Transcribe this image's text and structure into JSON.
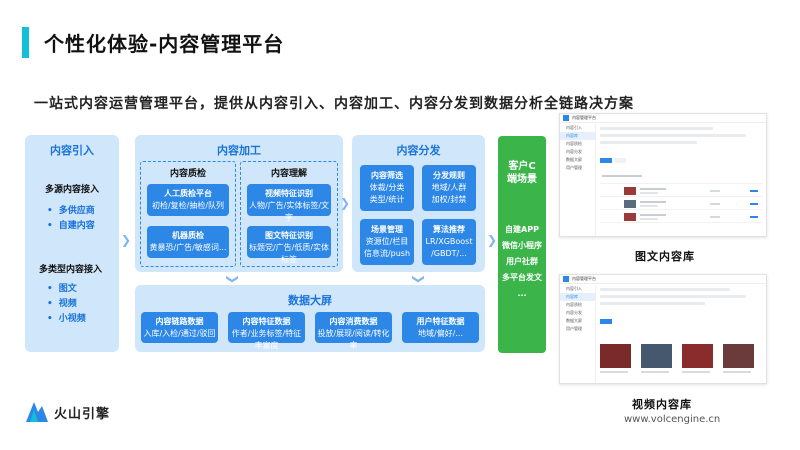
{
  "title": "个性化体验-内容管理平台",
  "subtitle": "一站式内容运营管理平台，提供从内容引入、内容加工、内容分发到数据分析全链路决方案",
  "intro": {
    "title": "内容引入",
    "group1_head": "多源内容接入",
    "group1_items": [
      "多供应商",
      "自建内容"
    ],
    "group2_head": "多类型内容接入",
    "group2_items": [
      "图文",
      "视频",
      "小视频"
    ]
  },
  "processing": {
    "title": "内容加工",
    "quality": {
      "head": "内容质检",
      "box1": [
        "人工质检平台",
        "初检/复检/抽检/队列"
      ],
      "box2": [
        "机器质检",
        "黄暴恐/广告/敏感词..."
      ]
    },
    "understanding": {
      "head": "内容理解",
      "box1": [
        "视频特征识别",
        "人物/广告/实体标签/文字"
      ],
      "box2": [
        "图文特征识别",
        "标题党/广告/低质/实体标签"
      ]
    }
  },
  "distribution": {
    "title": "内容分发",
    "boxes": [
      [
        "内容筛选",
        "体裁/分类",
        "类型/统计"
      ],
      [
        "分发规则",
        "地域/人群",
        "加权/封禁"
      ],
      [
        "场景管理",
        "资源位/栏目",
        "信息流/push"
      ],
      [
        "算法推荐",
        "LR/XGBoost",
        "/GBDT/..."
      ]
    ]
  },
  "bigscreen": {
    "title": "数据大屏",
    "boxes": [
      [
        "内容链路数据",
        "入库/入检/通过/驳回"
      ],
      [
        "内容特征数据",
        "作者/业务标签/特征丰富度"
      ],
      [
        "内容消费数据",
        "投放/展现/阅读/转化率"
      ],
      [
        "用户特征数据",
        "地域/偏好/..."
      ]
    ]
  },
  "client": {
    "head": [
      "客户C",
      "端场景"
    ],
    "items": [
      "自建APP",
      "微信小程序",
      "用户社群",
      "多平台发文",
      "..."
    ]
  },
  "screenshots": {
    "app_name": "内容管理平台",
    "image_text_label": "图文内容库",
    "video_label": "视频内容库",
    "sidebar_items": [
      "内容引入",
      "内容库",
      "内容质检",
      "内容分发",
      "数据大屏",
      "用户管理"
    ]
  },
  "brand": "火山引擎",
  "url": "www.volcengine.cn",
  "colors": {
    "accent_teal": "#11c0d6",
    "panel_bg": "#cfe6fb",
    "box_blue": "#2c87e6",
    "green": "#3bb54a"
  }
}
